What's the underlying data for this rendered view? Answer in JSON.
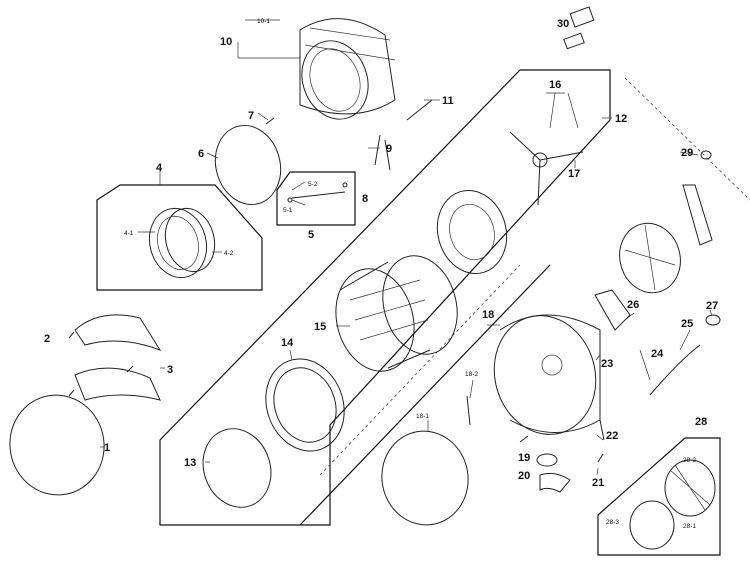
{
  "labels": {
    "p1": "1",
    "p2": "2",
    "p3": "3",
    "p4": "4",
    "p4_1": "4-1",
    "p4_2": "4-2",
    "p5": "5",
    "p5_1": "5-1",
    "p5_2": "5-2",
    "p6": "6",
    "p7": "7",
    "p8": "8",
    "p9": "9",
    "p10": "10",
    "p10_1": "10-1",
    "p11": "11",
    "p12": "12",
    "p13": "13",
    "p14": "14",
    "p15": "15",
    "p16": "16",
    "p17": "17",
    "p18": "18",
    "p18_1": "18-1",
    "p18_2": "18-2",
    "p19": "19",
    "p20": "20",
    "p21": "21",
    "p22": "22",
    "p23": "23",
    "p24": "24",
    "p25": "25",
    "p26": "26",
    "p27": "27",
    "p28": "28",
    "p28_1": "28-1",
    "p28_2": "28-2",
    "p28_3": "28-3",
    "p29": "29",
    "p30": "30"
  }
}
